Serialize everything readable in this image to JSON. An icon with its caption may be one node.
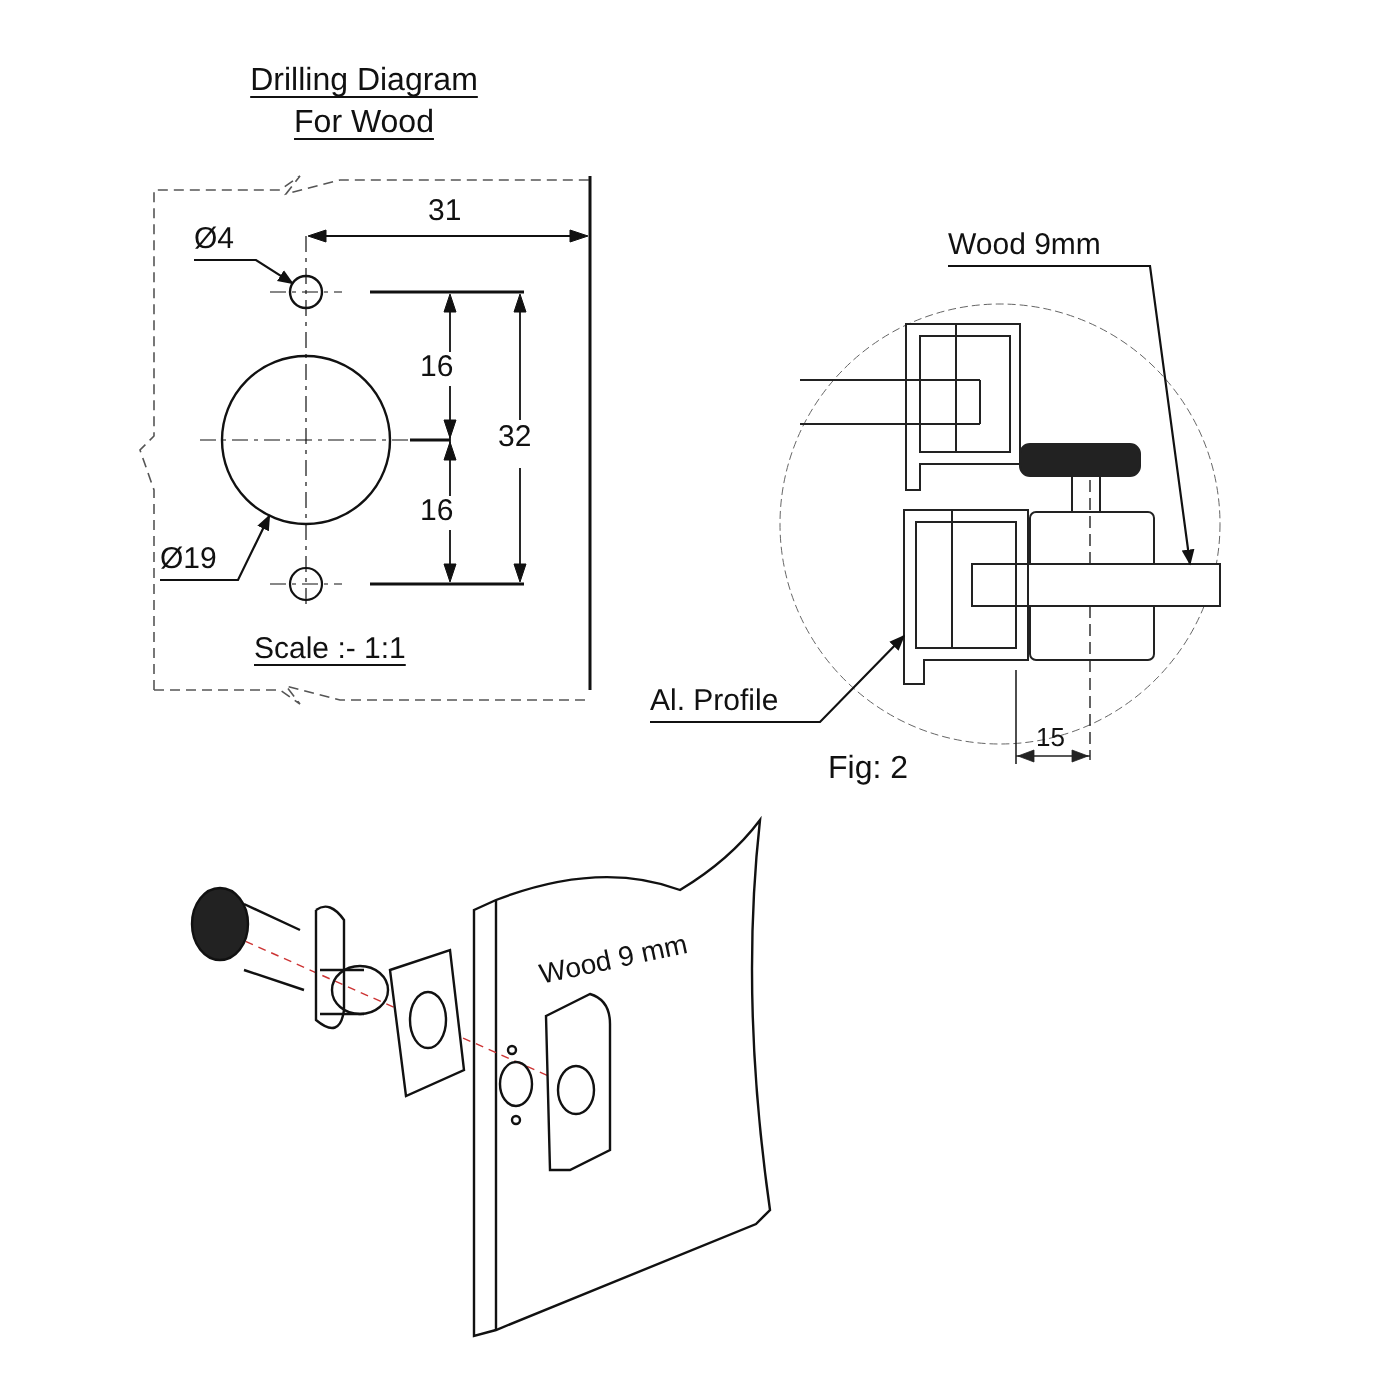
{
  "diagram": {
    "title": "Drilling Diagram For Wood",
    "nodes": [
      {
        "text": [
          "Ø4"
        ]
      },
      {
        "text": [],
        "shape": "circle"
      },
      {
        "text": [
          "Ø19"
        ]
      },
      {
        "text": [],
        "shape": "circle"
      },
      {
        "text": [
          "Wood 9mm"
        ]
      },
      {
        "text": [
          "Al. Profile"
        ]
      },
      {
        "text": [],
        "shape": "bar"
      },
      {
        "text": [],
        "shape": "picture"
      }
    ],
    "edges": [
      {
        "from": 0,
        "to": 1,
        "arrow": "to"
      },
      {
        "from": 2,
        "to": 3,
        "arrow": "to"
      },
      {
        "from": 4,
        "to": 6,
        "arrow": "to"
      },
      {
        "from": 5,
        "to": 7,
        "arrow": "to"
      }
    ],
    "labels": [
      "31",
      "16",
      "32",
      "16",
      "Scale :- 1:1",
      "15",
      "Fig: 2",
      "Wood 9 mm"
    ]
  }
}
